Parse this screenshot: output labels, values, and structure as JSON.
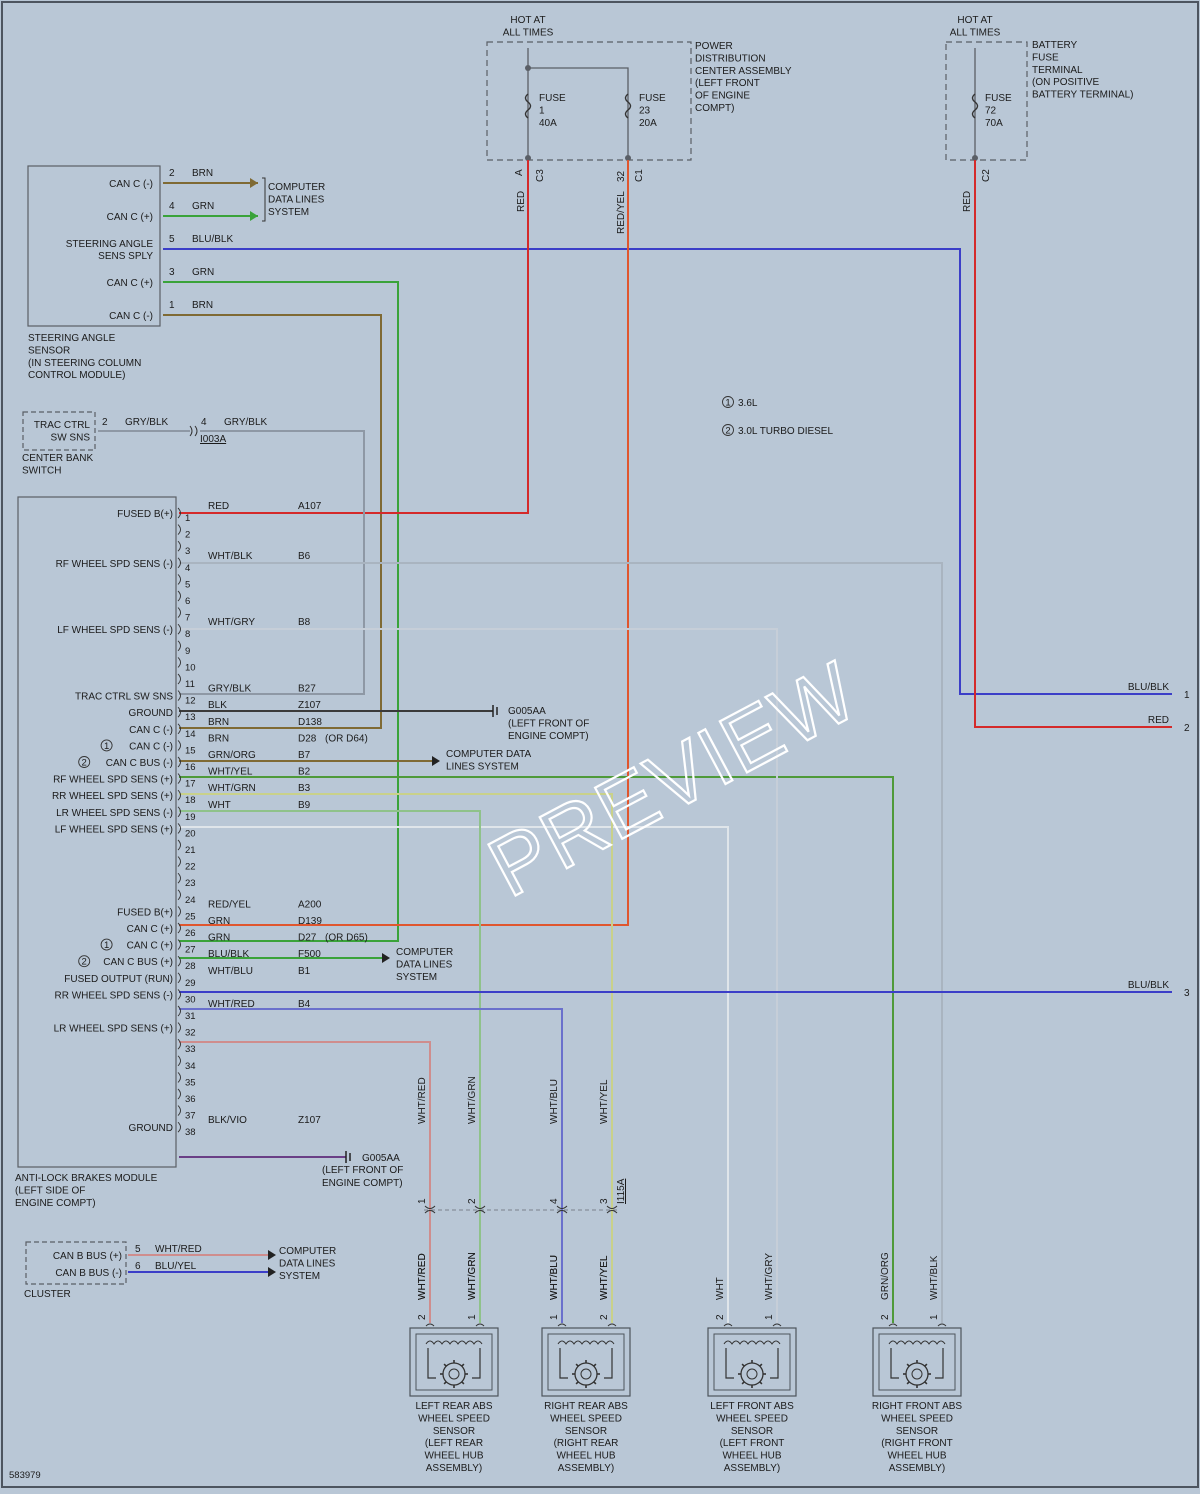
{
  "diagram_id": "583979",
  "watermark": "PREVIEW",
  "colors": {
    "red": "#d42a2a",
    "red_yel": "#e0562e",
    "blu_blk": "#3b3ec8",
    "grn": "#3aa33a",
    "brn": "#7f6a34",
    "gry_blk": "#8e98a5",
    "blk": "#3a3a3a",
    "grn_org": "#4f9a3a",
    "wht_blk": "#a9b4c0",
    "wht_gry": "#c6ced8",
    "wht_yel": "#c9d18a",
    "wht_grn": "#8fc28a",
    "wht": "#dfe5ea",
    "wht_blu": "#6a70cc",
    "wht_red": "#cf8d8d",
    "blk_vio": "#6a3f86",
    "box": "#5a5f66"
  },
  "legend": [
    {
      "num": "1",
      "text": "3.6L"
    },
    {
      "num": "2",
      "text": "3.0L TURBO DIESEL"
    }
  ],
  "pdc": {
    "hot": [
      "HOT AT",
      "ALL TIMES"
    ],
    "title": [
      "POWER",
      "DISTRIBUTION",
      "CENTER ASSEMBLY",
      "(LEFT FRONT",
      "OF ENGINE",
      "COMPT)"
    ],
    "fuse1": [
      "FUSE",
      "1",
      "40A"
    ],
    "fuse2": [
      "FUSE",
      "23",
      "20A"
    ],
    "pin_a": "A",
    "conn_a": "C3",
    "pin_32": "32",
    "conn_32": "C1",
    "wire_a": "RED",
    "wire_32": "RED/YEL"
  },
  "battery": {
    "hot": [
      "HOT AT",
      "ALL TIMES"
    ],
    "title": [
      "BATTERY",
      "FUSE",
      "TERMINAL",
      "(ON POSITIVE",
      "BATTERY TERMINAL)"
    ],
    "fuse": [
      "FUSE",
      "72",
      "70A"
    ],
    "conn": "C2",
    "wire": "RED"
  },
  "sas": {
    "pins": [
      {
        "label": "CAN C (-)",
        "pin": "2",
        "wire": "BRN"
      },
      {
        "label": "CAN C (+)",
        "pin": "4",
        "wire": "GRN"
      },
      {
        "label": "STEERING ANGLE",
        "label2": "SENS SPLY",
        "pin": "5",
        "wire": "BLU/BLK"
      },
      {
        "label": "CAN C (+)",
        "pin": "3",
        "wire": "GRN"
      },
      {
        "label": "CAN C (-)",
        "pin": "1",
        "wire": "BRN"
      }
    ],
    "cdl": [
      "COMPUTER",
      "DATA LINES",
      "SYSTEM"
    ],
    "name": [
      "STEERING ANGLE",
      "SENSOR",
      "(IN STEERING COLUMN",
      "CONTROL MODULE)"
    ]
  },
  "trac": {
    "label": [
      "TRAC CTRL",
      "SW SNS"
    ],
    "pin": "2",
    "wire": "GRY/BLK",
    "pin2": "4",
    "wire2": "GRY/BLK",
    "conn": "I003A",
    "name": [
      "CENTER BANK",
      "SWITCH"
    ]
  },
  "abs": {
    "name": [
      "ANTI-LOCK BRAKES MODULE",
      "(LEFT SIDE OF",
      "ENGINE COMPT)"
    ],
    "pin_nums": [
      "1",
      "2",
      "3",
      "4",
      "5",
      "6",
      "7",
      "8",
      "9",
      "10",
      "11",
      "12",
      "13",
      "14",
      "15",
      "16",
      "17",
      "18",
      "19",
      "20",
      "21",
      "22",
      "23",
      "24",
      "25",
      "26",
      "27",
      "28",
      "29",
      "30",
      "31",
      "32",
      "33",
      "34",
      "35",
      "36",
      "37",
      "38"
    ],
    "labels": [
      {
        "t": "FUSED B(+)",
        "pin": 1
      },
      {
        "t": "RF WHEEL SPD SENS (-)",
        "pin": 4
      },
      {
        "t": "LF WHEEL SPD SENS (-)",
        "pin": 8
      },
      {
        "t": "TRAC CTRL SW SNS",
        "pin": 12
      },
      {
        "t": "GROUND",
        "pin": 13
      },
      {
        "t": "CAN C (-)",
        "pin": 14
      },
      {
        "t": "CAN C (-)",
        "pin": 15,
        "note": "1"
      },
      {
        "t": "CAN C BUS (-)",
        "pin": 16,
        "note": "2"
      },
      {
        "t": "RF WHEEL SPD SENS (+)",
        "pin": 17
      },
      {
        "t": "RR WHEEL SPD SENS (+)",
        "pin": 18
      },
      {
        "t": "LR WHEEL SPD SENS (-)",
        "pin": 19
      },
      {
        "t": "LF WHEEL SPD SENS (+)",
        "pin": 20
      },
      {
        "t": "FUSED B(+)",
        "pin": 25
      },
      {
        "t": "CAN C (+)",
        "pin": 26
      },
      {
        "t": "CAN C (+)",
        "pin": 27,
        "note": "1"
      },
      {
        "t": "CAN C BUS (+)",
        "pin": 28,
        "note": "2"
      },
      {
        "t": "FUSED OUTPUT (RUN)",
        "pin": 29
      },
      {
        "t": "RR WHEEL SPD SENS (-)",
        "pin": 30
      },
      {
        "t": "LR WHEEL SPD SENS (+)",
        "pin": 32
      },
      {
        "t": "GROUND",
        "pin": 38
      }
    ],
    "wires": [
      {
        "pin": 1,
        "color": "RED",
        "circ": "A107"
      },
      {
        "pin": 4,
        "color": "WHT/BLK",
        "circ": "B6"
      },
      {
        "pin": 8,
        "color": "WHT/GRY",
        "circ": "B8"
      },
      {
        "pin": 12,
        "color": "GRY/BLK",
        "circ": "B27"
      },
      {
        "pin": 13,
        "color": "BLK",
        "circ": "Z107"
      },
      {
        "pin": 14,
        "color": "BRN",
        "circ": "D138"
      },
      {
        "pin": 15,
        "color": "BRN",
        "circ": "D28",
        "alt": "(OR D64)"
      },
      {
        "pin": 16,
        "color": "GRN/ORG",
        "circ": "B7"
      },
      {
        "pin": 17,
        "color": "WHT/YEL",
        "circ": "B2"
      },
      {
        "pin": 18,
        "color": "WHT/GRN",
        "circ": "B3"
      },
      {
        "pin": 19,
        "color": "WHT",
        "circ": "B9"
      },
      {
        "pin": 25,
        "color": "RED/YEL",
        "circ": "A200"
      },
      {
        "pin": 26,
        "color": "GRN",
        "circ": "D139"
      },
      {
        "pin": 27,
        "color": "GRN",
        "circ": "D27",
        "alt": "(OR D65)"
      },
      {
        "pin": 28,
        "color": "BLU/BLK",
        "circ": "F500"
      },
      {
        "pin": 29,
        "color": "WHT/BLU",
        "circ": "B1"
      },
      {
        "pin": 31,
        "color": "WHT/RED",
        "circ": "B4"
      },
      {
        "pin": 38,
        "color": "BLK/VIO",
        "circ": "Z107"
      }
    ],
    "ground1": [
      "G005AA",
      "(LEFT FRONT OF",
      "ENGINE COMPT)"
    ],
    "ground2": [
      "G005AA",
      "(LEFT FRONT OF",
      "ENGINE COMPT)"
    ],
    "cdl1": [
      "COMPUTER DATA",
      "LINES SYSTEM"
    ],
    "cdl2": [
      "COMPUTER",
      "DATA LINES",
      "SYSTEM"
    ]
  },
  "right_out": [
    {
      "wire": "BLU/BLK",
      "ref": "1"
    },
    {
      "wire": "RED",
      "ref": "2"
    },
    {
      "wire": "BLU/BLK",
      "ref": "3"
    }
  ],
  "i115a": {
    "conn": "I115A",
    "wires_top": [
      "WHT/RED",
      "WHT/GRN",
      "WHT/BLU",
      "WHT/YEL"
    ],
    "pins": [
      "1",
      "2",
      "4",
      "3"
    ],
    "wires_bot": [
      "WHT/RED",
      "WHT/GRN",
      "WHT/BLU",
      "WHT/YEL"
    ]
  },
  "cluster": {
    "pins": [
      {
        "label": "CAN B BUS (+)",
        "pin": "5",
        "wire": "WHT/RED"
      },
      {
        "label": "CAN B BUS (-)",
        "pin": "6",
        "wire": "BLU/YEL"
      }
    ],
    "cdl": [
      "COMPUTER",
      "DATA LINES",
      "SYSTEM"
    ],
    "name": "CLUSTER"
  },
  "sensors": [
    {
      "w1": "WHT/RED",
      "p1": "2",
      "w2": "WHT/GRN",
      "p2": "1",
      "name": [
        "LEFT REAR ABS",
        "WHEEL SPEED",
        "SENSOR",
        "(LEFT REAR",
        "WHEEL HUB",
        "ASSEMBLY)"
      ]
    },
    {
      "w1": "WHT/BLU",
      "p1": "1",
      "w2": "WHT/YEL",
      "p2": "2",
      "name": [
        "RIGHT REAR ABS",
        "WHEEL SPEED",
        "SENSOR",
        "(RIGHT REAR",
        "WHEEL HUB",
        "ASSEMBLY)"
      ]
    },
    {
      "w1": "WHT",
      "p1": "2",
      "w2": "WHT/GRY",
      "p2": "1",
      "name": [
        "LEFT FRONT ABS",
        "WHEEL SPEED",
        "SENSOR",
        "(LEFT FRONT",
        "WHEEL HUB",
        "ASSEMBLY)"
      ]
    },
    {
      "w1": "GRN/ORG",
      "p1": "2",
      "w2": "WHT/BLK",
      "p2": "1",
      "name": [
        "RIGHT FRONT ABS",
        "WHEEL SPEED",
        "SENSOR",
        "(RIGHT FRONT",
        "WHEEL HUB",
        "ASSEMBLY)"
      ]
    }
  ]
}
